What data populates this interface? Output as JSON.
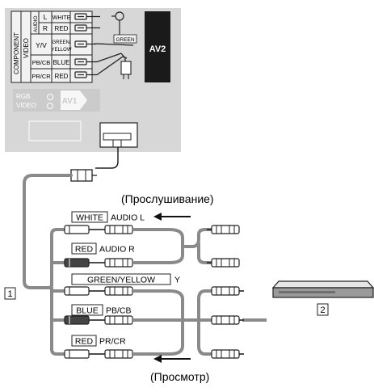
{
  "tv_panel": {
    "component_label": "COMPONENT",
    "video_label": "VIDEO",
    "audio_label": "AUDIO",
    "rows": [
      {
        "key": "L",
        "color": "WHITE"
      },
      {
        "key": "R",
        "color": "RED"
      },
      {
        "key": "Y/V",
        "color": "GREEN/\nYELLOW"
      },
      {
        "key": "PB/CB",
        "color": "BLUE"
      },
      {
        "key": "PR/CR",
        "color": "RED"
      }
    ],
    "green_tag": "GREEN",
    "av2_label": "AV2",
    "rgb_label": "RGB",
    "video_small_label": "VIDEO",
    "av1_label": "AV1"
  },
  "listening_label": "(Прослушивание)",
  "viewing_label": "(Просмотр)",
  "cables": [
    {
      "color": "WHITE",
      "signal": "AUDIO L"
    },
    {
      "color": "RED",
      "signal": "AUDIO R"
    },
    {
      "color": "GREEN/YELLOW",
      "signal": "Y"
    },
    {
      "color": "BLUE",
      "signal": "PB/CB"
    },
    {
      "color": "RED",
      "signal": "PR/CR"
    }
  ],
  "callout_1": "1",
  "callout_2": "2",
  "colors": {
    "panel": "#d7d7d7",
    "panel_dark": "#1a1a1a",
    "cable": "#8a8a8a",
    "outline": "#222222"
  }
}
